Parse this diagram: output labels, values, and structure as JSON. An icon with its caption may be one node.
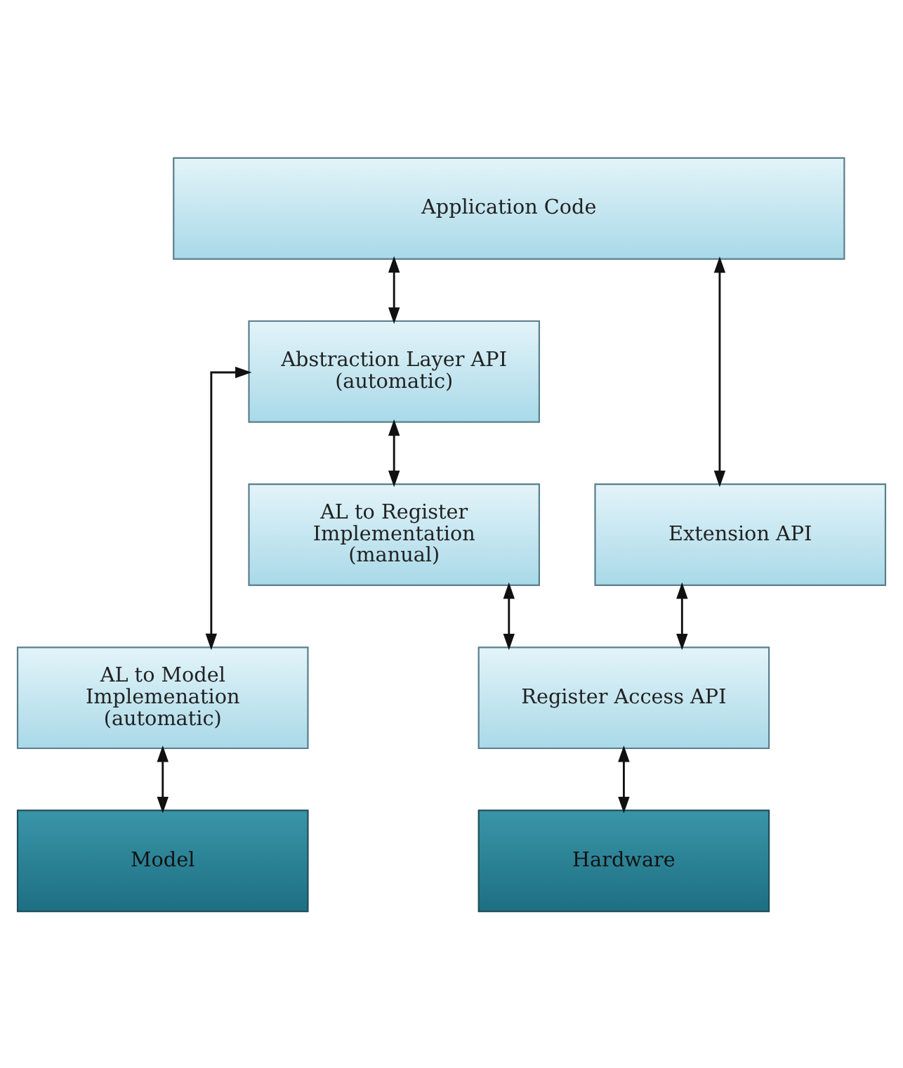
{
  "diagram": {
    "nodes": [
      {
        "text": [
          "Application Code"
        ]
      },
      {
        "text": [
          "Abstraction Layer API (automatic)"
        ]
      },
      {
        "text": [
          "Extension API"
        ]
      },
      {
        "text": [
          "AL to Register Implementation (manual)"
        ]
      },
      {
        "text": [
          "AL to Model Implemenation (automatic)"
        ]
      },
      {
        "text": [
          "Register Access API"
        ]
      },
      {
        "text": [
          "Model"
        ]
      },
      {
        "text": [
          "Hardware"
        ]
      }
    ],
    "edges": [
      {
        "from": 0,
        "to": 1,
        "arrow": "both"
      },
      {
        "from": 0,
        "to": 2,
        "arrow": "both"
      },
      {
        "from": 1,
        "to": 3,
        "arrow": "both"
      },
      {
        "from": 1,
        "to": 4,
        "arrow": "both"
      },
      {
        "from": 3,
        "to": 5,
        "arrow": "both"
      },
      {
        "from": 2,
        "to": 5,
        "arrow": "both"
      },
      {
        "from": 4,
        "to": 6,
        "arrow": "both"
      },
      {
        "from": 5,
        "to": 7,
        "arrow": "both"
      }
    ]
  }
}
